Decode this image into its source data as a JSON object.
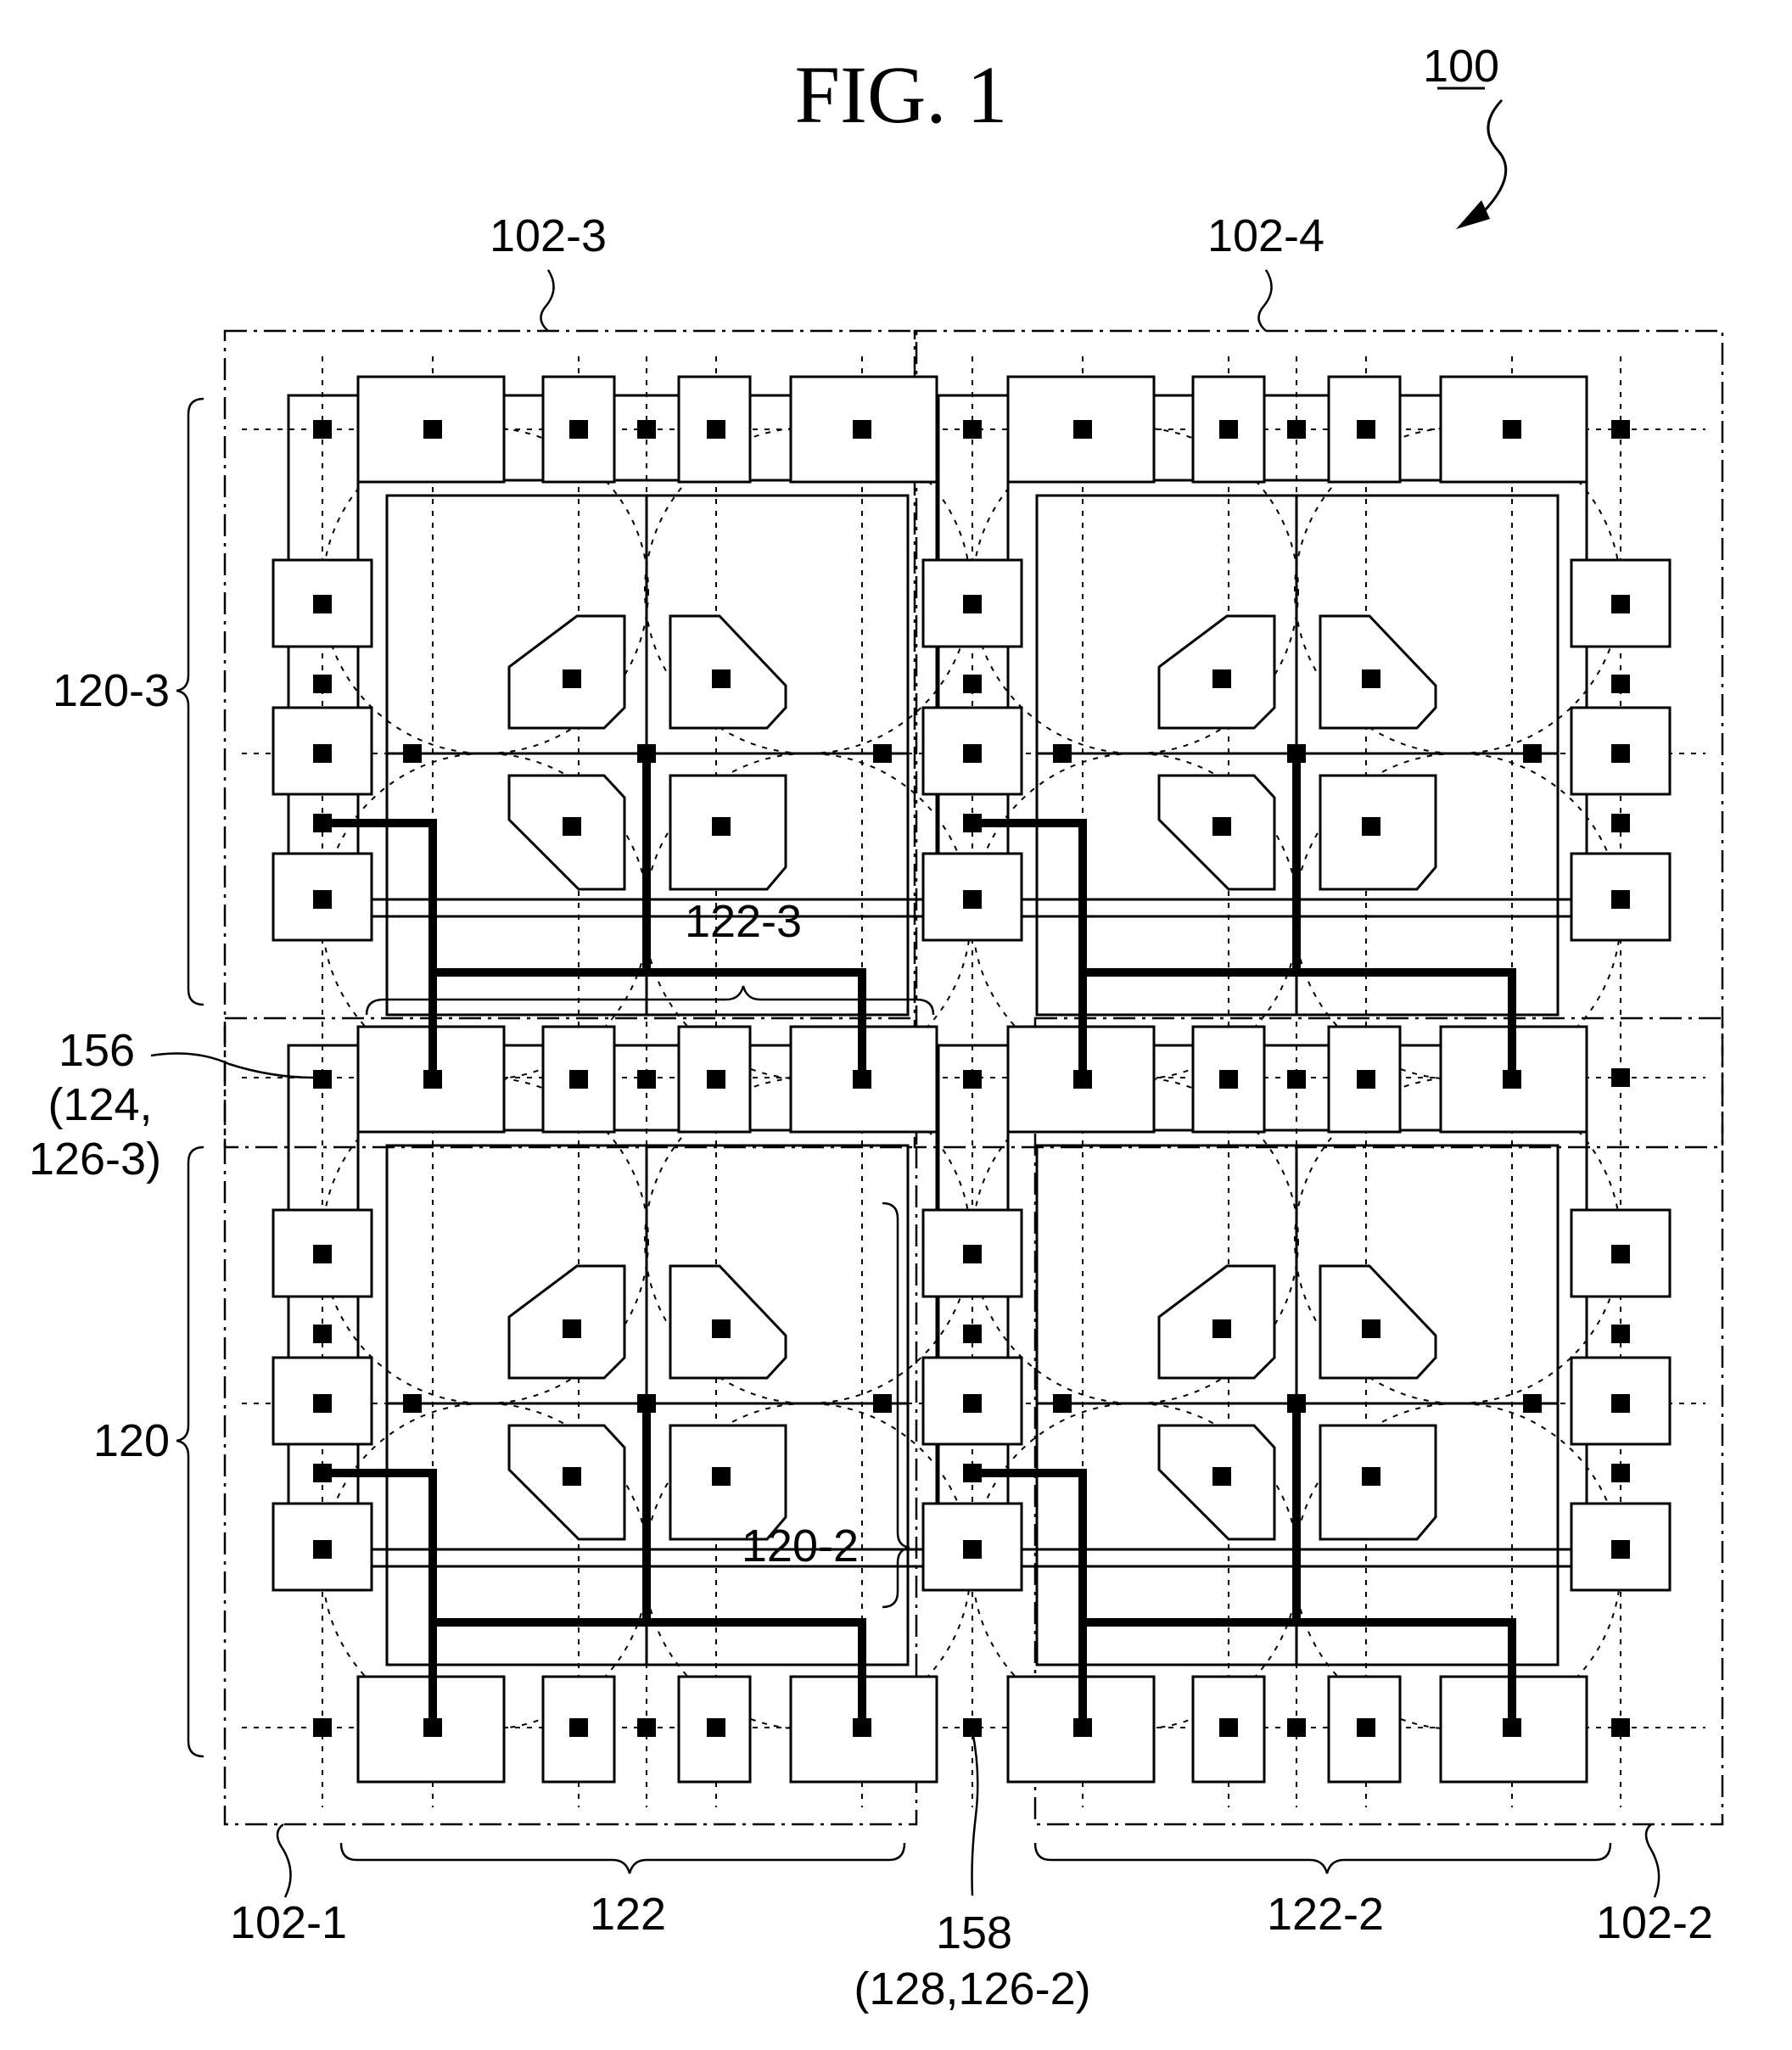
{
  "figure": {
    "title": "FIG. 1",
    "ref_main": "100"
  },
  "labels": {
    "l102_3": "102-3",
    "l102_4": "102-4",
    "l120_3": "120-3",
    "l122_3": "122-3",
    "l156": "156",
    "l156_sub1": "(124,",
    "l156_sub2": "126-3)",
    "l120": "120",
    "l120_2": "120-2",
    "l102_1": "102-1",
    "l122": "122",
    "l158": "158",
    "l158_sub": "(128,126-2)",
    "l122_2": "122-2",
    "l102_2": "102-2"
  }
}
